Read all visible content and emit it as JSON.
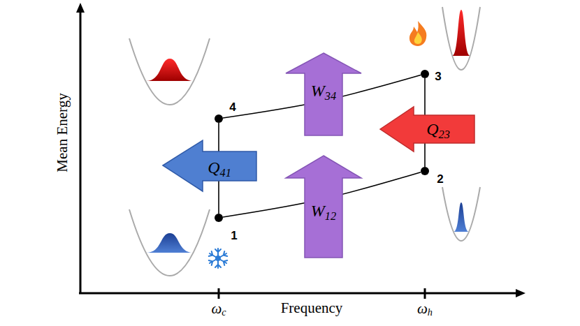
{
  "diagram": {
    "nodes": [
      {
        "text": [
          "1"
        ]
      },
      {
        "text": [
          "2"
        ]
      },
      {
        "text": [
          "3"
        ]
      },
      {
        "text": [
          "4"
        ]
      },
      {
        "text": [
          "W34"
        ]
      },
      {
        "text": [
          "Q23"
        ]
      },
      {
        "text": [
          "Q41"
        ]
      },
      {
        "text": [
          "W12"
        ]
      }
    ],
    "edges": [
      {
        "from": 0,
        "to": 1,
        "arrow": "none"
      },
      {
        "from": 1,
        "to": 2,
        "arrow": "none"
      },
      {
        "from": 2,
        "to": 3,
        "arrow": "none"
      },
      {
        "from": 3,
        "to": 0,
        "arrow": "none"
      }
    ],
    "labels": [
      "Mean Energy",
      "Frequency",
      "ωc",
      "ωh"
    ]
  }
}
